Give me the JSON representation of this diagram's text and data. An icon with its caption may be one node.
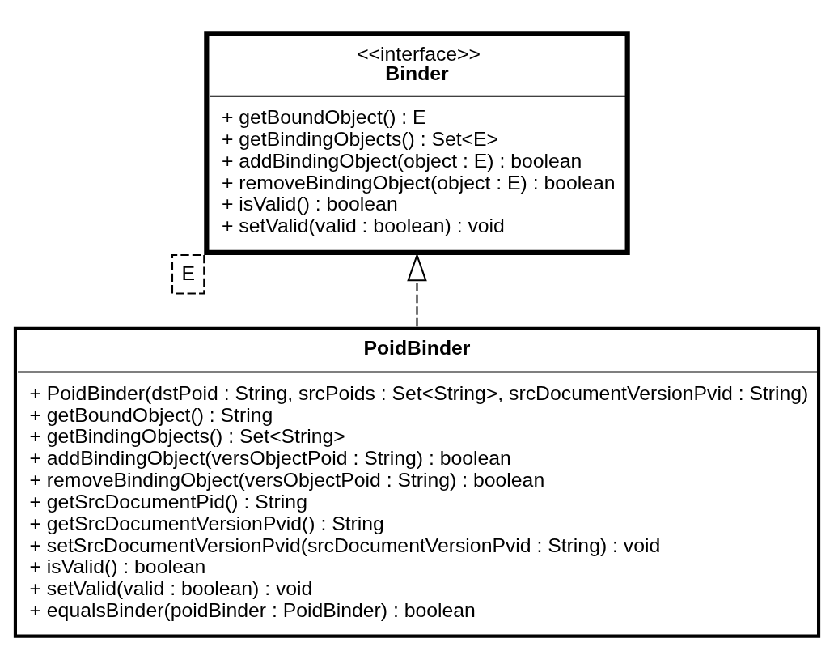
{
  "diagram": {
    "nodes": [
      {
        "text": [
          "<<interface>>",
          "Binder",
          "+ getBoundObject() : E",
          "+ getBindingObjects() : Set<E>",
          "+ addBindingObject(object : E) : boolean",
          "+ removeBindingObject(object : E) : boolean",
          "+ isValid() : boolean",
          "+ setValid(valid : boolean) : void"
        ],
        "beside": [
          "E"
        ]
      },
      {
        "text": [
          "PoidBinder",
          "+ PoidBinder(dstPoid : String, srcPoids : Set<String>, srcDocumentVersionPvid : String)",
          "+ getBoundObject() : String",
          "+ getBindingObjects() : Set<String>",
          "+ addBindingObject(versObjectPoid : String) : boolean",
          "+ removeBindingObject(versObjectPoid : String) : boolean",
          "+ getSrcDocumentPid() : String",
          "+ getSrcDocumentVersionPvid() : String",
          "+ setSrcDocumentVersionPvid(srcDocumentVersionPvid : String) : void",
          "+ isValid() : boolean",
          "+ setValid(valid : boolean) : void",
          "+ equalsBinder(poidBinder : PoidBinder) : boolean"
        ]
      }
    ],
    "edges": [
      {
        "from": 1,
        "to": 0,
        "arrow": "to",
        "style": "dashed"
      }
    ]
  }
}
